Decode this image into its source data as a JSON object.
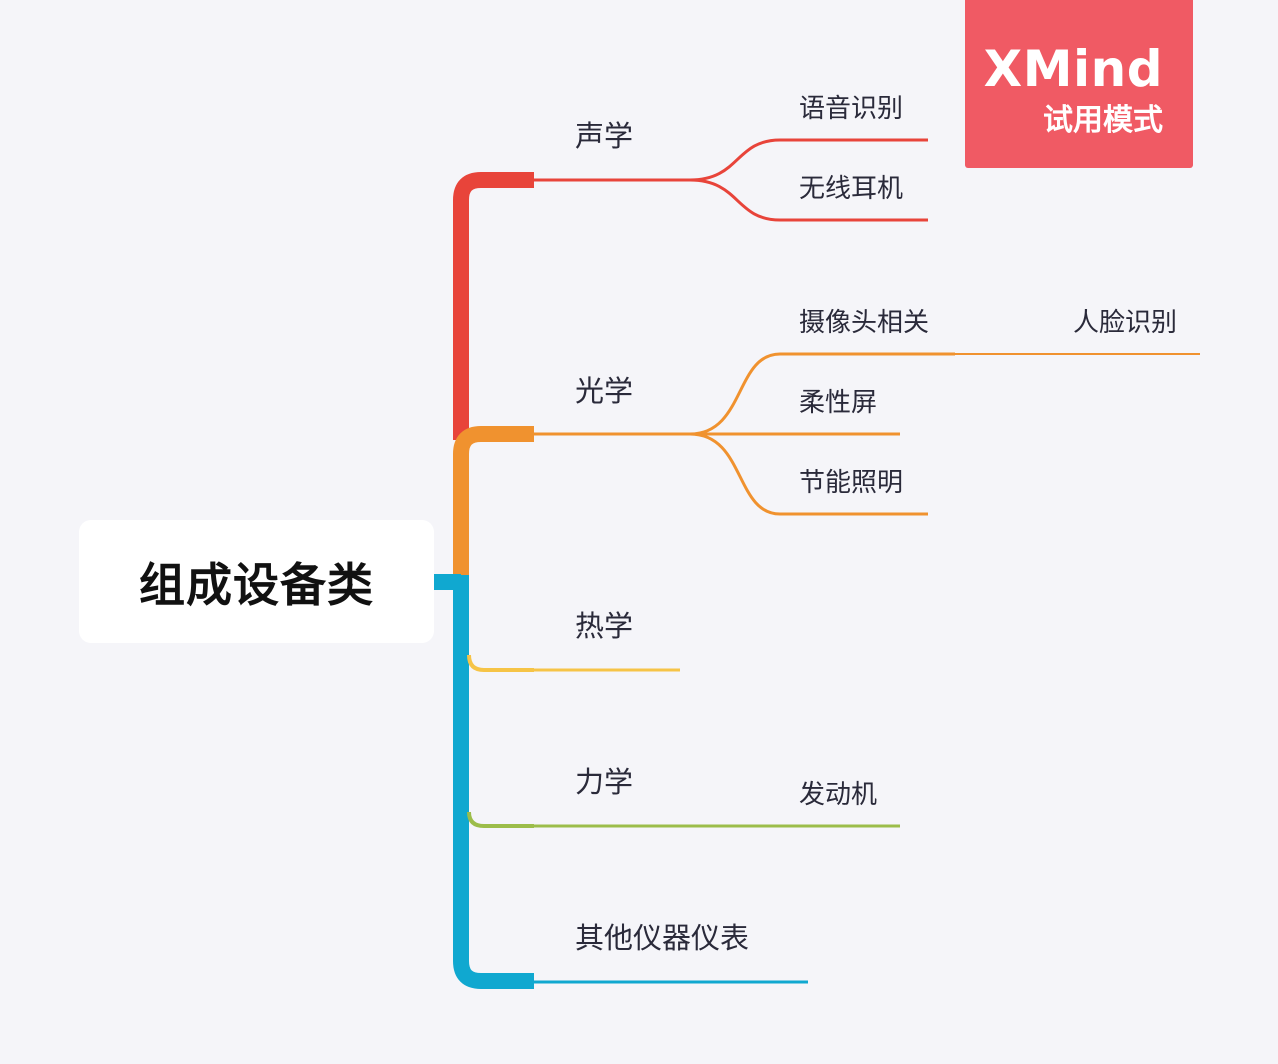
{
  "root": {
    "label": "组成设备类"
  },
  "branches": [
    {
      "id": "acoustics",
      "label": "声学",
      "color": "#e8443a",
      "children": [
        {
          "label": "语音识别"
        },
        {
          "label": "无线耳机"
        }
      ]
    },
    {
      "id": "optics",
      "label": "光学",
      "color": "#f0922f",
      "children": [
        {
          "label": "摄像头相关",
          "children": [
            {
              "label": "人脸识别"
            }
          ]
        },
        {
          "label": "柔性屏"
        },
        {
          "label": "节能照明"
        }
      ]
    },
    {
      "id": "thermo",
      "label": "热学",
      "color": "#f6c447",
      "children": []
    },
    {
      "id": "mechanics",
      "label": "力学",
      "color": "#9cbd4a",
      "children": [
        {
          "label": "发动机"
        }
      ]
    },
    {
      "id": "instruments",
      "label": "其他仪器仪表",
      "color": "#10a8d0",
      "children": []
    }
  ],
  "watermark": {
    "title": "XMind",
    "subtitle": "试用模式",
    "color": "#f05a64"
  }
}
